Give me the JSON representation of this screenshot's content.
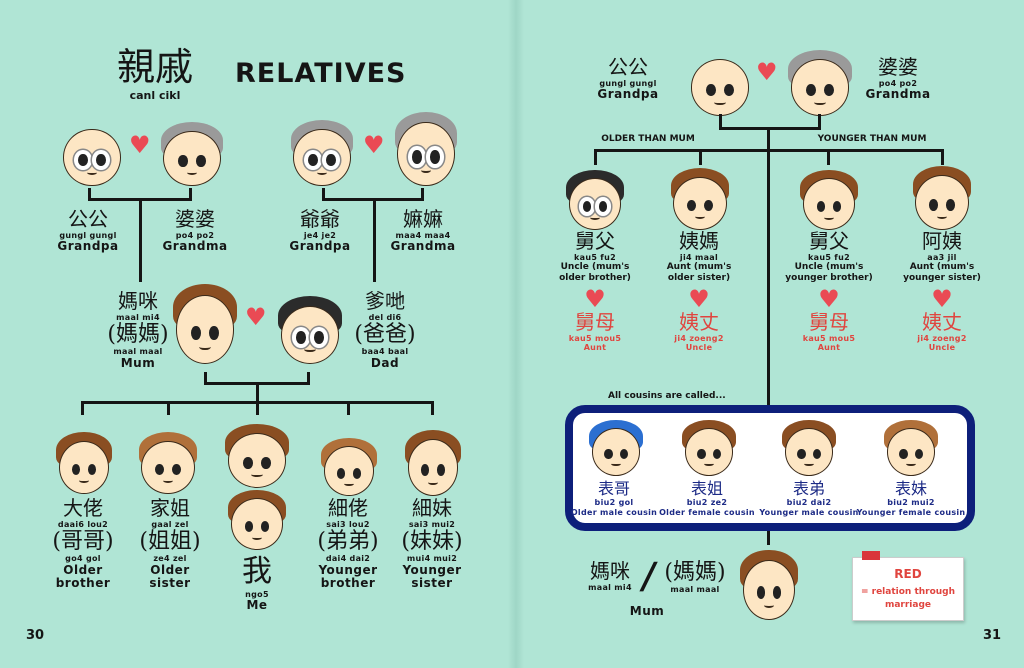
{
  "left_page": {
    "title_zh": "親戚",
    "title_rom": "canl cikl",
    "title_en": "RELATIVES",
    "page_number": "30",
    "grandparents": [
      {
        "zh": "公公",
        "rom": "gungl gungl",
        "en": "Grandpa"
      },
      {
        "zh": "婆婆",
        "rom": "po4 po2",
        "en": "Grandma"
      },
      {
        "zh": "爺爺",
        "rom": "je4 je2",
        "en": "Grandpa"
      },
      {
        "zh": "嫲嫲",
        "rom": "maa4 maa4",
        "en": "Grandma"
      }
    ],
    "mum": {
      "zh": "媽咪",
      "rom": "maal mi4",
      "zh2": "(媽媽)",
      "rom2": "maal maal",
      "en": "Mum"
    },
    "dad": {
      "zh": "爹哋",
      "rom": "del di6",
      "zh2": "(爸爸)",
      "rom2": "baa4 baal",
      "en": "Dad"
    },
    "siblings": [
      {
        "zh": "大佬",
        "rom": "daai6 lou2",
        "zh2": "(哥哥)",
        "rom2": "go4 gol",
        "en": "Older",
        "en2": "brother"
      },
      {
        "zh": "家姐",
        "rom": "gaal zel",
        "zh2": "(姐姐)",
        "rom2": "ze4 zel",
        "en": "Older",
        "en2": "sister"
      },
      {
        "zh": "細佬",
        "rom": "sai3 lou2",
        "zh2": "(弟弟)",
        "rom2": "dai4 dai2",
        "en": "Younger",
        "en2": "brother"
      },
      {
        "zh": "細妹",
        "rom": "sai3 mui2",
        "zh2": "(妹妹)",
        "rom2": "mui4 mui2",
        "en": "Younger",
        "en2": "sister"
      }
    ],
    "me": {
      "zh": "我",
      "rom": "ngo5",
      "en": "Me"
    }
  },
  "right_page": {
    "page_number": "31",
    "grandpa": {
      "zh": "公公",
      "rom": "gungl gungl",
      "en": "Grandpa"
    },
    "grandma": {
      "zh": "婆婆",
      "rom": "po4 po2",
      "en": "Grandma"
    },
    "older_than_mum": "OLDER THAN MUM",
    "younger_than_mum": "YOUNGER THAN MUM",
    "relatives": [
      {
        "zh": "舅父",
        "rom": "kau5 fu2",
        "en": "Uncle (mum's",
        "en2": "older brother)",
        "spouse_zh": "舅母",
        "spouse_rom": "kau5 mou5",
        "spouse_en": "Aunt"
      },
      {
        "zh": "姨媽",
        "rom": "ji4 maal",
        "en": "Aunt (mum's",
        "en2": "older sister)",
        "spouse_zh": "姨丈",
        "spouse_rom": "ji4 zoeng2",
        "spouse_en": "Uncle"
      },
      {
        "zh": "舅父",
        "rom": "kau5 fu2",
        "en": "Uncle (mum's",
        "en2": "younger brother)",
        "spouse_zh": "舅母",
        "spouse_rom": "kau5 mou5",
        "spouse_en": "Aunt"
      },
      {
        "zh": "阿姨",
        "rom": "aa3 jil",
        "en": "Aunt (mum's",
        "en2": "younger sister)",
        "spouse_zh": "姨丈",
        "spouse_rom": "ji4 zoeng2",
        "spouse_en": "Uncle"
      }
    ],
    "cousins_intro": "All cousins are called...",
    "cousins": [
      {
        "zh": "表哥",
        "rom": "biu2 gol",
        "en": "Older male cousin"
      },
      {
        "zh": "表姐",
        "rom": "biu2 ze2",
        "en": "Older female cousin"
      },
      {
        "zh": "表弟",
        "rom": "biu2 dai2",
        "en": "Younger male cousin"
      },
      {
        "zh": "表妹",
        "rom": "biu2 mui2",
        "en": "Younger female cousin"
      }
    ],
    "mum": {
      "zh": "媽咪",
      "rom": "maal mi4",
      "slash": "/",
      "zh2": "(媽媽)",
      "rom2": "maal maal",
      "en": "Mum"
    },
    "note": {
      "title": "RED",
      "text": "= relation through",
      "text2": "marriage"
    }
  },
  "colors": {
    "background": "#b0e5d5",
    "red": "#e0453f",
    "navy": "#0d1f7a"
  }
}
